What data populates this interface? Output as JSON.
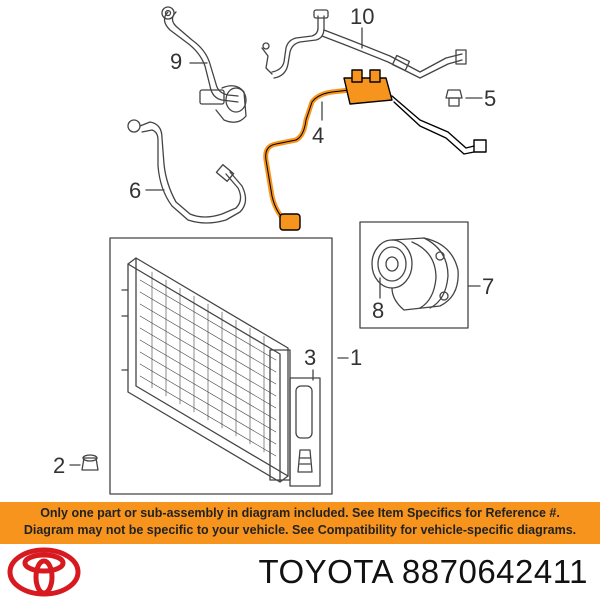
{
  "callouts": {
    "c1": "1",
    "c2": "2",
    "c3": "3",
    "c4": "4",
    "c5": "5",
    "c6": "6",
    "c7": "7",
    "c8": "8",
    "c9": "9",
    "c10": "10"
  },
  "notice": {
    "line1": "Only one part or sub-assembly in diagram included. See Item Specifics for Reference #.",
    "line2": "Diagram may not be specific to your vehicle. See Compatibility for vehicle-specific diagrams."
  },
  "footer": {
    "brand_part": "TOYOTA 8870642411",
    "logo_icon": "toyota-logo-icon"
  },
  "colors": {
    "notice_bg": "#f7941d",
    "highlight_part": "#f7941d",
    "logo": "#d71920"
  }
}
